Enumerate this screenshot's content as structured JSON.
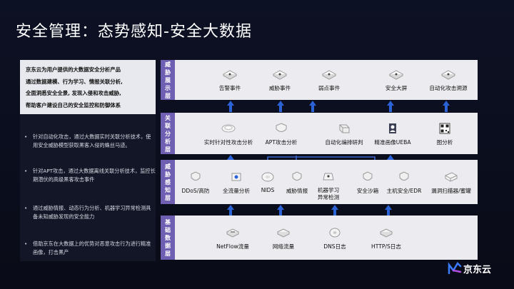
{
  "title": "安全管理：态势感知-安全大数据",
  "intro_lines": [
    "京东云为用户提供的大数据安全分析产品",
    "通过数据建模、行为学习、情报关联分析,",
    "全面洞悉安全全景, 发现入侵和攻击威胁,",
    "帮助客户建设自己的安全监控和防御体系"
  ],
  "bullets": [
    "针对自动化攻击，通过大数据实时关联分析技术，使用安全威胁模型获取黑客入侵的蛛丝马迹。",
    "针对APT攻击，通过大数据离线关联分析技术，监控长期潜伏的高级黑客攻击事件",
    "通过威胁情报、动态行为分析、机器学习异常检测具备未知威胁发现的安全能力",
    "借助京东在大数据上的优势对恶意攻击行为进行精准画像，打击黑产"
  ],
  "bands": [
    {
      "label": "威胁展示层",
      "chars": [
        "威",
        "胁",
        "展",
        "示",
        "层"
      ],
      "items": [
        "告警事件",
        "威胁事件",
        "弱点事件",
        "安全大屏",
        "自动化攻击溯源"
      ]
    },
    {
      "label": "关联分析层",
      "chars": [
        "关",
        "联",
        "分",
        "析",
        "层"
      ],
      "items": [
        "实时针对性攻击分析",
        "APT攻击分析",
        "自动化编排研判",
        "精准画像UEBA",
        "图分析"
      ]
    },
    {
      "label": "威胁感知层",
      "chars": [
        "威",
        "胁",
        "感",
        "知",
        "层"
      ],
      "items": [
        "DDoS/高防",
        "全流量分析",
        "NIDS",
        "威胁情报",
        "机器学习\n异常检测",
        "安全沙箱",
        "主机安全/EDR",
        "漏洞扫描器/蜜罐"
      ]
    },
    {
      "label": "基础数据层",
      "chars": [
        "基",
        "础",
        "数",
        "据",
        "层"
      ],
      "items": [
        "NetFlow流量",
        "网络流量",
        "DNS日志",
        "HTTP/S日志"
      ]
    }
  ],
  "colors": {
    "accent": "#2b63d6",
    "band_label": "#6f5fb3",
    "panel": "#ececf0",
    "background": "#0b0e1d"
  },
  "logo": {
    "text": "京东云"
  }
}
